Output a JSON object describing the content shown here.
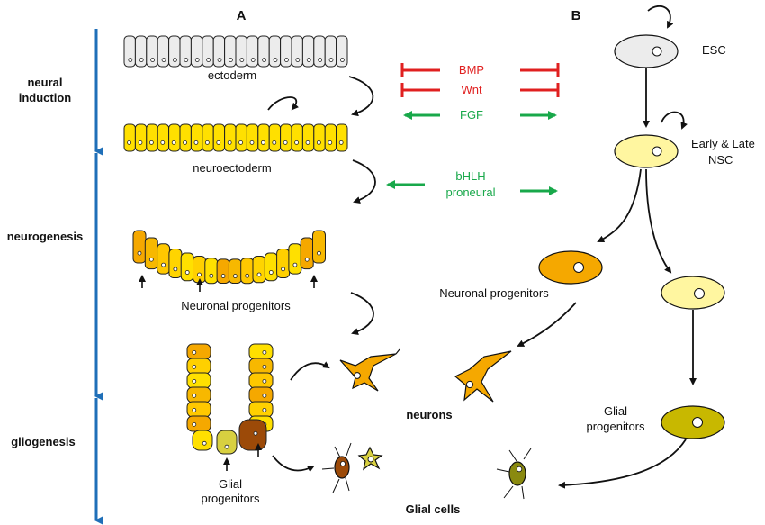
{
  "panels": {
    "a": "A",
    "b": "B"
  },
  "stages": {
    "neural_induction": [
      "neural",
      "induction"
    ],
    "neurogenesis": "neurogenesis",
    "gliogenesis": "gliogenesis"
  },
  "panel_a": {
    "ectoderm": "ectoderm",
    "neuroectoderm": "neuroectoderm",
    "neuronal_progenitors": "Neuronal progenitors",
    "glial_progenitors": [
      "Glial",
      "progenitors"
    ]
  },
  "signals": {
    "bmp": "BMP",
    "wnt": "Wnt",
    "fgf": "FGF",
    "bhlh": [
      "bHLH",
      "proneural"
    ]
  },
  "outcomes": {
    "neurons": "neurons",
    "glial_cells": "Glial cells"
  },
  "panel_b": {
    "esc": "ESC",
    "nsc": [
      "Early & Late",
      "NSC"
    ],
    "neuronal_progenitors": "Neuronal  progenitors",
    "glial_progenitors": [
      "Glial",
      "progenitors"
    ]
  },
  "colors": {
    "timeline": "#1f6fb8",
    "inhibit": "#e02020",
    "promote": "#18a84a",
    "ectoderm": "#ececec",
    "neuroectoderm": "#ffe000",
    "nsc": "#fff6a0",
    "neuronal": "#f5a800",
    "glial": "#c8b800",
    "glial_dark": "#9c4a08"
  }
}
